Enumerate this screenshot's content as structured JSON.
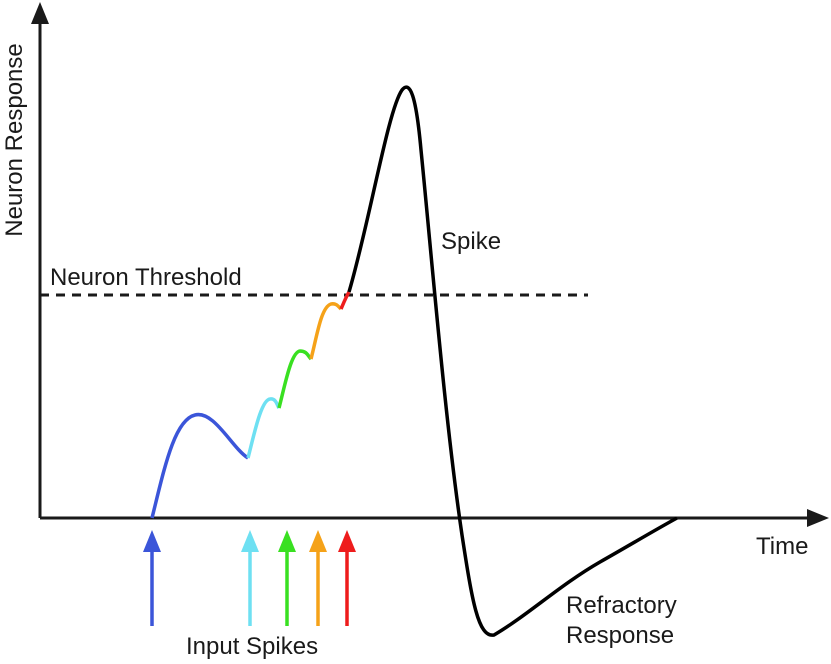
{
  "labels": {
    "y_axis": "Neuron Response",
    "x_axis": "Time",
    "threshold": "Neuron Threshold",
    "spike": "Spike",
    "refractory_line1": "Refractory",
    "refractory_line2": "Response",
    "inputs": "Input Spikes"
  },
  "colors": {
    "axis": "#1a1a1a",
    "curve": "#000000",
    "input_1": "#3b55d9",
    "input_2": "#6ee0f2",
    "input_3": "#39e021",
    "input_4": "#f5a219",
    "input_5": "#ee1c1c"
  }
}
